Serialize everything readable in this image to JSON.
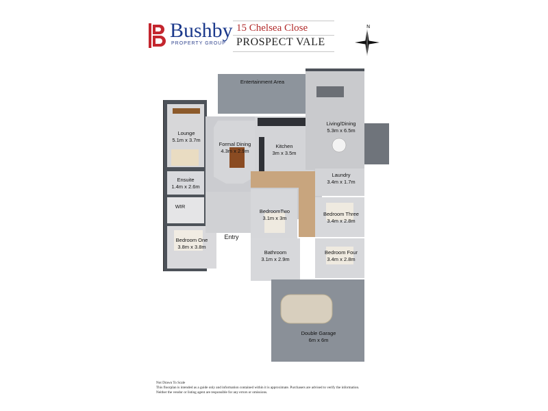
{
  "brand": {
    "name": "Bushby",
    "sub": "PROPERTY GROUP",
    "logo_color": "#c4262e",
    "text_color": "#1c3a8c"
  },
  "address": {
    "line1": "15 Chelsea Close",
    "line2": "PROSPECT VALE"
  },
  "icons": {
    "compass": "north-arrow-icon"
  },
  "rooms": {
    "entertainment": "Entertainment Area",
    "lounge_name": "Lounge",
    "lounge_dim": "5.1m x 3.7m",
    "formal_name": "Formal Dining",
    "formal_dim": "4.3m x 2.9m",
    "kitchen_name": "Kitchen",
    "kitchen_dim": "3m x 3.5m",
    "living_name": "Living/Dining",
    "living_dim": "5.3m x 6.5m",
    "ensuite_name": "Ensuite",
    "ensuite_dim": "1.4m x 2.6m",
    "laundry_name": "Laundry",
    "laundry_dim": "3.4m x 1.7m",
    "wir": "WIR",
    "bed2_name": "BedroomTwo",
    "bed2_dim": "3.1m x 3m",
    "bed3_name": "Bedroom Three",
    "bed3_dim": "3.4m x 2.8m",
    "bed1_name": "Bedroom One",
    "bed1_dim": "3.8m x 3.8m",
    "entry": "Entry",
    "bath_name": "Bathroom",
    "bath_dim": "3.1m x 2.9m",
    "bed4_name": "Bedroom Four",
    "bed4_dim": "3.4m x 2.8m",
    "garage_name": "Double Garage",
    "garage_dim": "6m x 6m"
  },
  "footer": {
    "line1": "Not Drawn To Scale",
    "line2": "This floorplan is intended as a guide only and information contained within it is approximate. Purchasers are advised to verify the information.",
    "line3": "Neither the vendor or listing agent are responsible for any errors or omissions."
  }
}
